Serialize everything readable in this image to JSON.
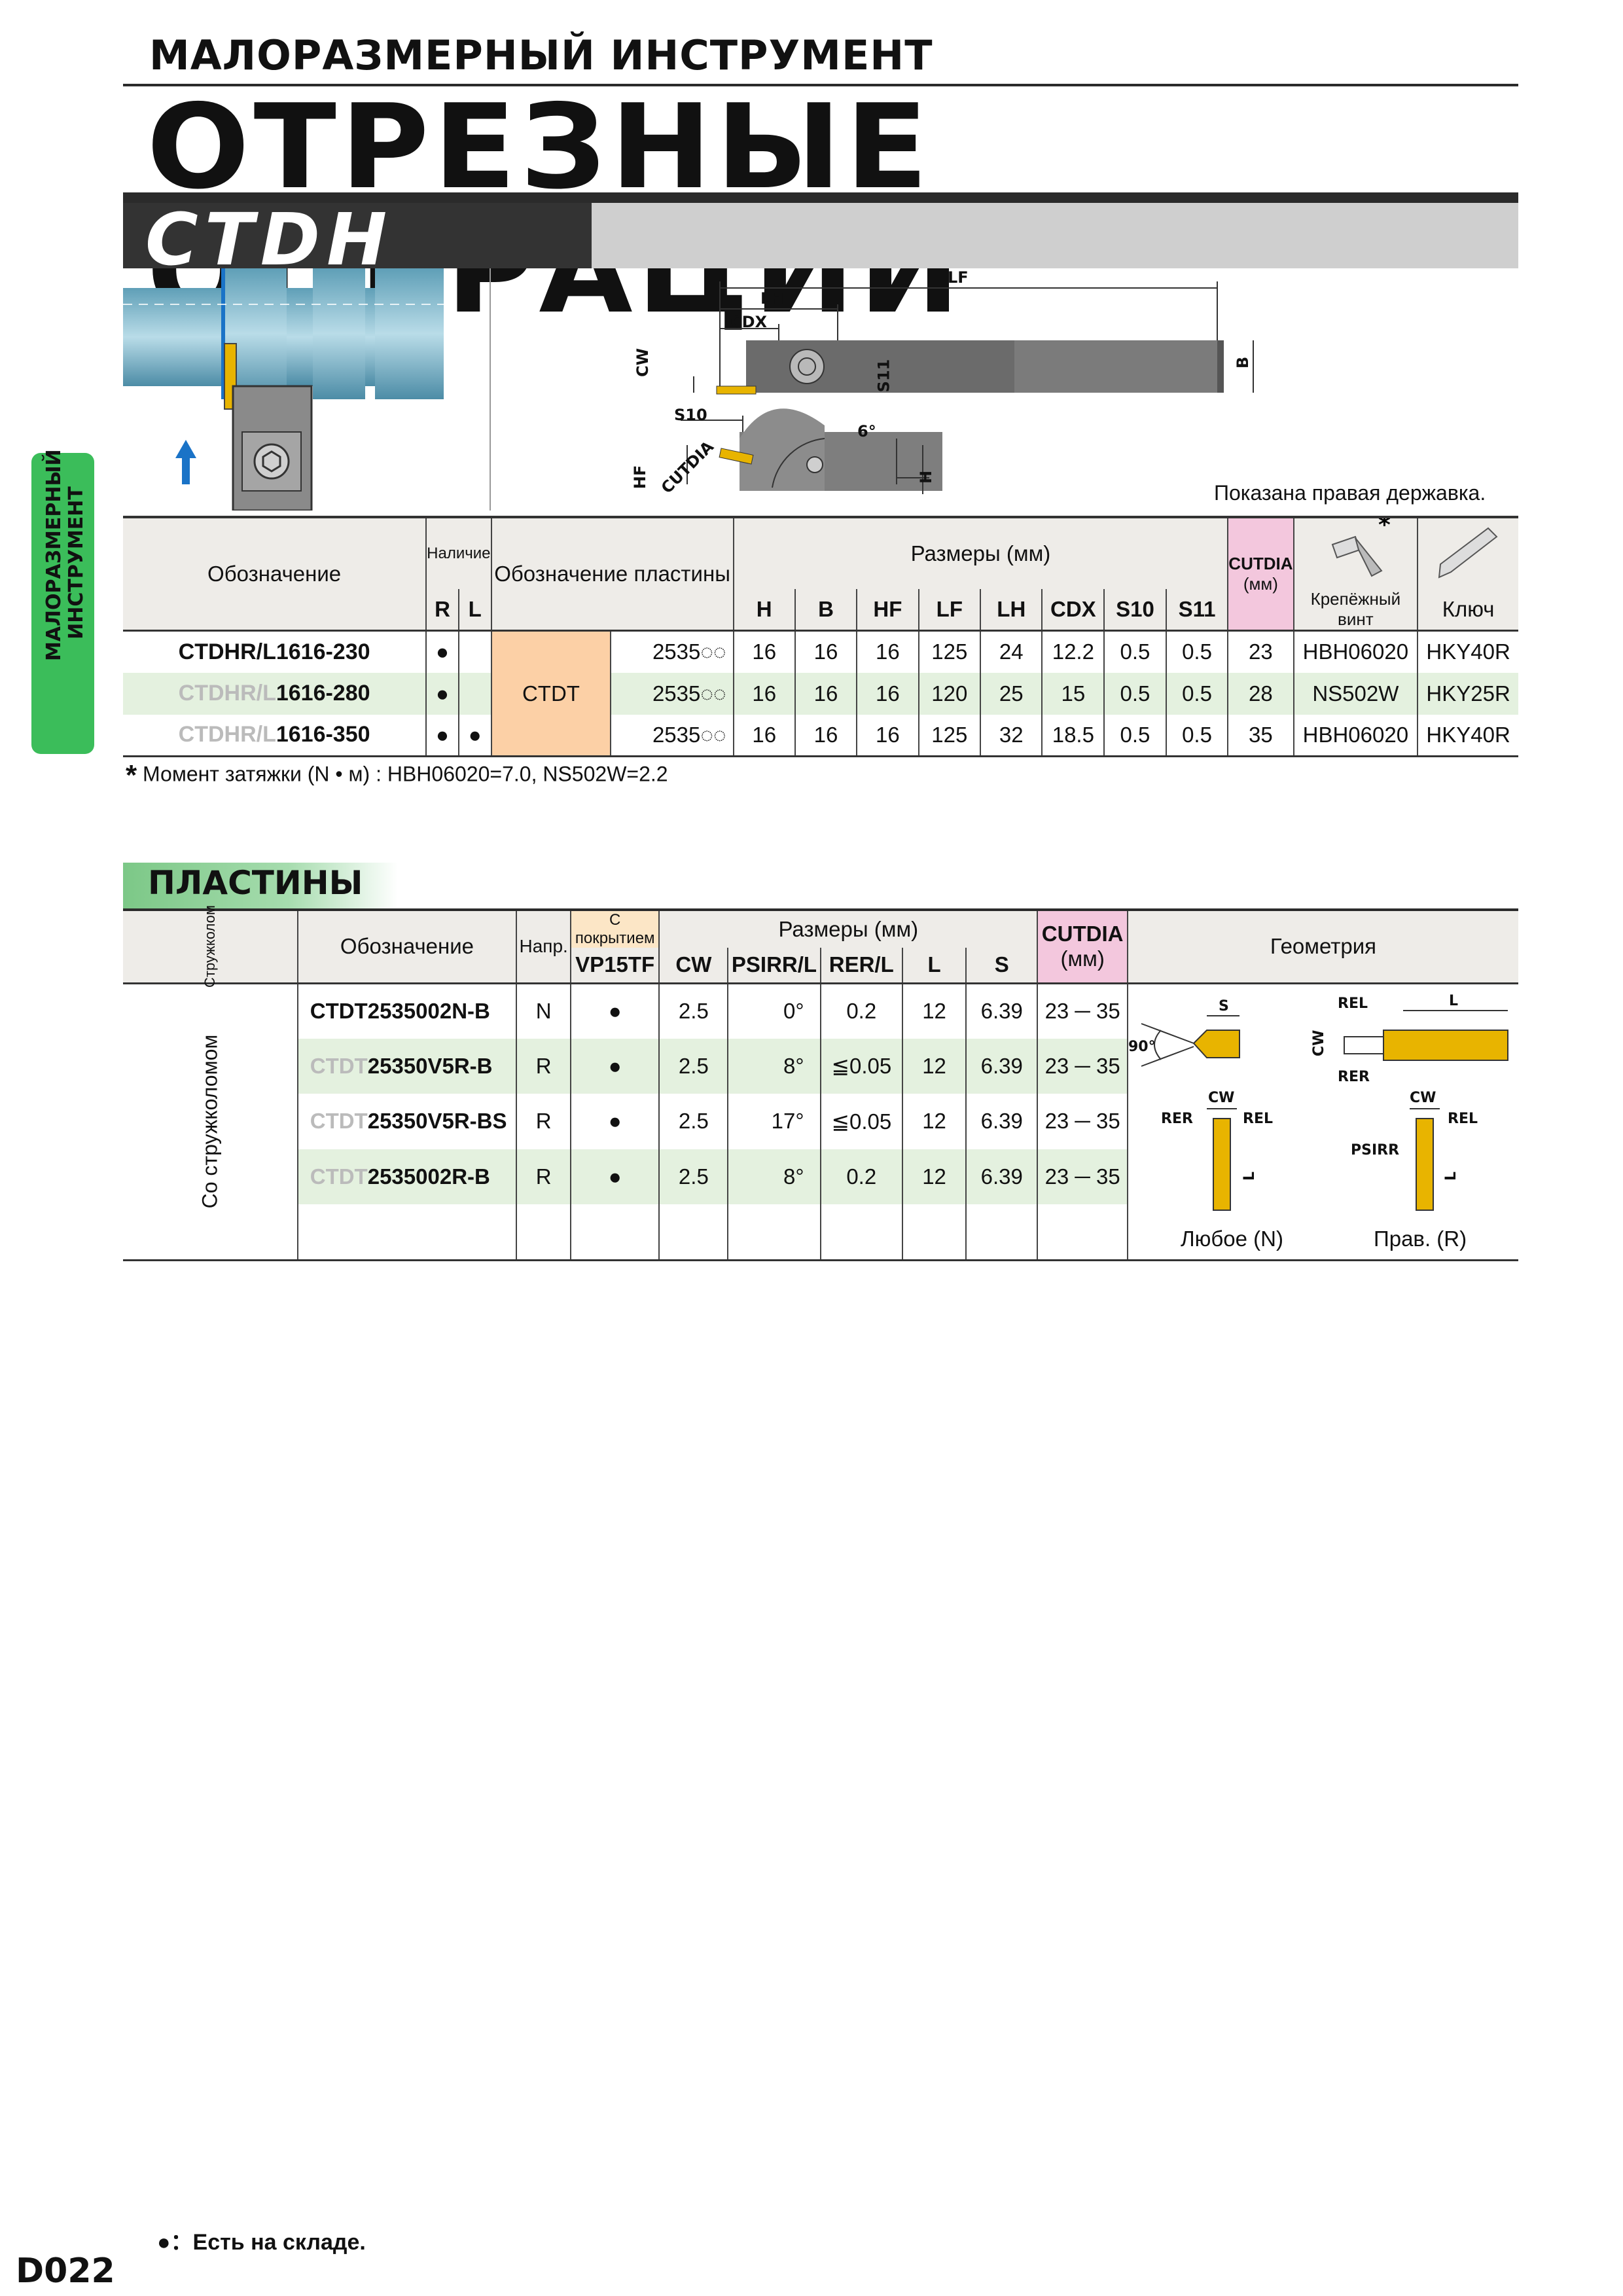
{
  "header": {
    "category": "МАЛОРАЗМЕРНЫЙ ИНСТРУМЕНТ",
    "title": "ОТРЕЗНЫЕ ОПЕРАЦИИ",
    "series": "CTDH"
  },
  "side_tab": "МАЛОРАЗМЕРНЫЙ ИНСТРУМЕНТ",
  "diagram": {
    "labels": [
      "LF",
      "LH",
      "CDX",
      "CW",
      "S11",
      "B",
      "S10",
      "6°",
      "HF",
      "CUTDIA",
      "H"
    ],
    "caption": "Показана правая державка."
  },
  "holders": {
    "headers": {
      "designation": "Обозначение",
      "availability": "Наличие",
      "r": "R",
      "l": "L",
      "insert_designation": "Обозначение пластины",
      "dimensions": "Размеры (мм)",
      "cols": [
        "H",
        "B",
        "HF",
        "LF",
        "LH",
        "CDX",
        "S10",
        "S11"
      ],
      "cutdia": "CUTDIA",
      "mm": "(мм)",
      "screw": "Крепёжный винт",
      "key": "Ключ",
      "star": "*"
    },
    "insert_type": "CTDT",
    "rows": [
      {
        "name_prefix": "CTDHR/L",
        "name_suffix": "1616-230",
        "prefix_gray": false,
        "r": "●",
        "l": "",
        "insert": "2535◌◌",
        "vals": [
          "16",
          "16",
          "16",
          "125",
          "24",
          "12.2",
          "0.5",
          "0.5"
        ],
        "cutdia": "23",
        "screw": "HBH06020",
        "key": "HKY40R"
      },
      {
        "name_prefix": "CTDHR/L",
        "name_suffix": "1616-280",
        "prefix_gray": true,
        "r": "●",
        "l": "",
        "insert": "2535◌◌",
        "vals": [
          "16",
          "16",
          "16",
          "120",
          "25",
          "15",
          "0.5",
          "0.5"
        ],
        "cutdia": "28",
        "screw": "NS502W",
        "key": "HKY25R"
      },
      {
        "name_prefix": "CTDHR/L",
        "name_suffix": "1616-350",
        "prefix_gray": true,
        "r": "●",
        "l": "●",
        "insert": "2535◌◌",
        "vals": [
          "16",
          "16",
          "16",
          "125",
          "32",
          "18.5",
          "0.5",
          "0.5"
        ],
        "cutdia": "35",
        "screw": "HBH06020",
        "key": "HKY40R"
      }
    ],
    "note_star": "*",
    "note": "Момент затяжки (N • м) : HBH06020=7.0, NS502W=2.2"
  },
  "inserts": {
    "section_title": "ПЛАСТИНЫ",
    "headers": {
      "breaker": "Стружколом",
      "designation": "Обозначение",
      "direction": "Напр.",
      "coated": "С покрытием",
      "grade": "VP15TF",
      "dimensions": "Размеры (мм)",
      "cols": [
        "CW",
        "PSIRR/L",
        "RER/L",
        "L",
        "S"
      ],
      "cutdia": "CUTDIA",
      "mm": "(мм)",
      "geometry": "Геометрия"
    },
    "group_label": "Со стружколомом",
    "rows": [
      {
        "name_prefix": "CTDT",
        "name_suffix": "2535002N-B",
        "prefix_gray": false,
        "dir": "N",
        "grade": "●",
        "cw": "2.5",
        "psirr": "0°",
        "rer": "0.2",
        "l": "12",
        "s": "6.39",
        "cutdia": "23 ─ 35"
      },
      {
        "name_prefix": "CTDT",
        "name_suffix": "25350V5R-B",
        "prefix_gray": true,
        "dir": "R",
        "grade": "●",
        "cw": "2.5",
        "psirr": "8°",
        "rer": "≦0.05",
        "l": "12",
        "s": "6.39",
        "cutdia": "23 ─ 35"
      },
      {
        "name_prefix": "CTDT",
        "name_suffix": "25350V5R-BS",
        "prefix_gray": true,
        "dir": "R",
        "grade": "●",
        "cw": "2.5",
        "psirr": "17°",
        "rer": "≦0.05",
        "l": "12",
        "s": "6.39",
        "cutdia": "23 ─ 35"
      },
      {
        "name_prefix": "CTDT",
        "name_suffix": "2535002R-B",
        "prefix_gray": true,
        "dir": "R",
        "grade": "●",
        "cw": "2.5",
        "psirr": "8°",
        "rer": "0.2",
        "l": "12",
        "s": "6.39",
        "cutdia": "23 ─ 35"
      }
    ],
    "geometry_labels": {
      "s": "S",
      "rel": "REL",
      "l": "L",
      "cw": "CW",
      "rer": "RER",
      "angle": "90°",
      "psirr": "PSIRR",
      "any": "Любое (N)",
      "right": "Прав. (R)"
    }
  },
  "footer": {
    "stock_note": "●：Есть на складе.",
    "page": "D022"
  }
}
